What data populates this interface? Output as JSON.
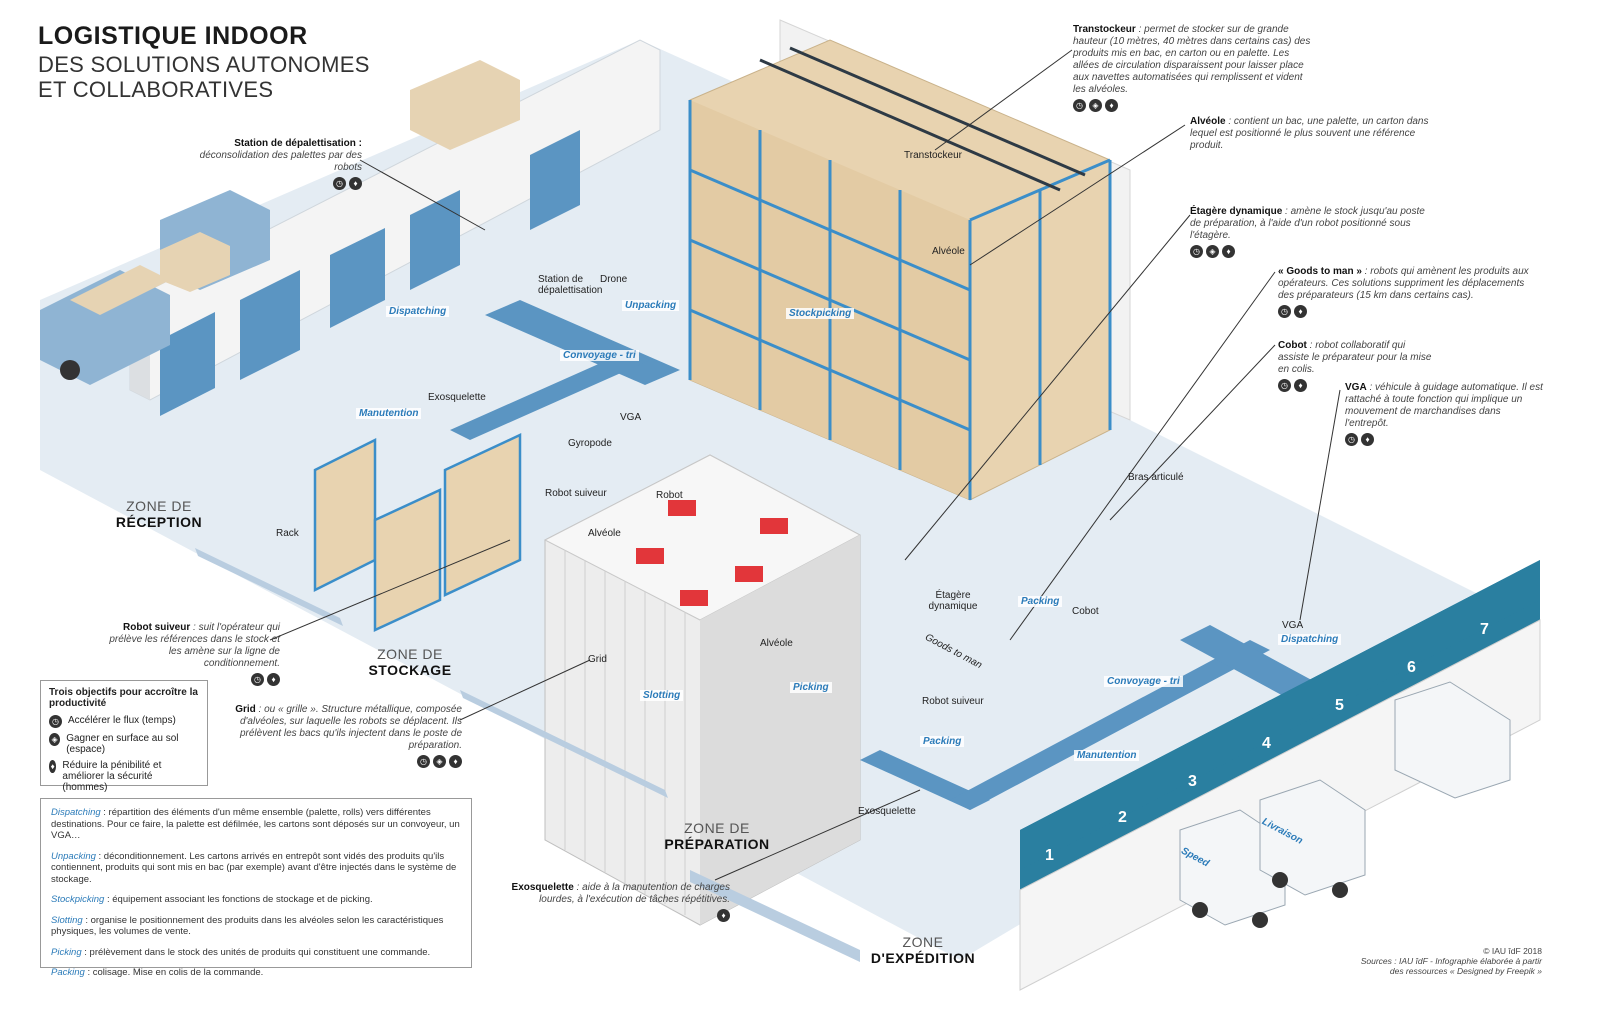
{
  "title": {
    "line1": "LOGISTIQUE INDOOR",
    "line2": "DES SOLUTIONS AUTONOMES",
    "line3": "ET COLLABORATIVES"
  },
  "callouts": {
    "station": {
      "name": "Station de dépalettisation",
      "suffix": " :",
      "desc": "déconsolidation des palettes par des robots"
    },
    "transtockeur": {
      "name": "Transtockeur",
      "desc": " : permet de stocker sur de grande hauteur (10 mètres, 40 mètres dans certains cas) des produits mis en bac, en carton ou en palette. Les allées de circulation disparaissent pour laisser place aux navettes automatisées qui remplissent et vident les alvéoles."
    },
    "alveole": {
      "name": "Alvéole",
      "desc": " : contient un bac, une palette, un carton dans lequel est positionné le plus souvent une référence produit."
    },
    "etagere": {
      "name": "Étagère dynamique",
      "desc": " : amène le stock jusqu'au poste de préparation, à l'aide d'un robot positionné sous l'étagère."
    },
    "goods": {
      "name": "« Goods to man »",
      "desc": " : robots qui amènent les produits aux opérateurs. Ces solutions suppriment les déplacements des préparateurs (15 km dans certains cas)."
    },
    "cobot": {
      "name": "Cobot",
      "desc": " : robot collaboratif qui assiste le préparateur pour la mise en colis."
    },
    "vga": {
      "name": "VGA",
      "desc": " : véhicule à guidage automatique. Il est rattaché à toute fonction qui implique un mouvement de marchandises dans l'entrepôt."
    },
    "robot_suiveur": {
      "name": "Robot suiveur",
      "desc": " : suit l'opérateur qui prélève les références dans le stock et les amène sur la ligne de conditionnement."
    },
    "grid": {
      "name": "Grid",
      "desc": " : ou « grille ». Structure métallique, composée d'alvéoles, sur laquelle les robots se déplacent. Ils prélèvent les bacs qu'ils injectent dans le poste de préparation."
    },
    "exosquelette": {
      "name": "Exosquelette",
      "desc": " : aide à la manutention de charges lourdes, à l'exécution de tâches répétitives."
    }
  },
  "objectives": {
    "heading": "Trois objectifs pour accroître la productivité",
    "items": [
      {
        "icon": "clock-icon",
        "text": "Accélérer le flux (temps)"
      },
      {
        "icon": "cube-icon",
        "text": "Gagner en surface au sol (espace)"
      },
      {
        "icon": "person-icon",
        "text": "Réduire la pénibilité et améliorer la sécurité (hommes)"
      }
    ]
  },
  "glossary": [
    {
      "term": "Dispatching",
      "text": " : répartition des  éléments d'un même ensemble (palette, rolls)  vers différentes destinations. Pour ce faire, la palette est défilmée, les cartons sont déposés sur un convoyeur, un VGA…"
    },
    {
      "term": "Unpacking",
      "text": " : déconditionnement. Les cartons arrivés en entrepôt sont vidés des produits qu'ils contiennent, produits qui sont mis en bac (par exemple) avant d'être injectés dans le système de stockage."
    },
    {
      "term": "Stockpicking",
      "text": " : équipement associant les fonctions de stockage et de picking."
    },
    {
      "term": "Slotting",
      "text": " : organise le positionnement des produits dans les alvéoles selon les caractéristiques physiques, les volumes de vente."
    },
    {
      "term": "Picking",
      "text": " : prélèvement dans le stock des unités de produits qui constituent une commande."
    },
    {
      "term": "Packing",
      "text": " : colisage. Mise en colis de la commande."
    }
  ],
  "zones": {
    "reception": {
      "top": "ZONE DE",
      "bottom": "RÉCEPTION"
    },
    "stockage": {
      "top": "ZONE DE",
      "bottom": "STOCKAGE"
    },
    "preparation": {
      "top": "ZONE DE",
      "bottom": "PRÉPARATION"
    },
    "expedition": {
      "top": "ZONE",
      "bottom": "D'EXPÉDITION"
    }
  },
  "labels": {
    "transtockeur": "Transtockeur",
    "alveole_rack": "Alvéole",
    "station": "Station de dépalettisation",
    "drone": "Drone",
    "exosquelette1": "Exosquelette",
    "vga1": "VGA",
    "gyropode": "Gyropode",
    "robot_suiveur1": "Robot suiveur",
    "rack": "Rack",
    "robot": "Robot",
    "alveole_grid": "Alvéole",
    "alveole_side": "Alvéole",
    "grid": "Grid",
    "bras": "Bras articulé",
    "etagere": "Étagère dynamique",
    "cobot": "Cobot",
    "goods": "Goods to man",
    "robot_suiveur2": "Robot suiveur",
    "vga2": "VGA",
    "exosquelette2": "Exosquelette"
  },
  "process_labels": {
    "dispatching1": "Dispatching",
    "unpacking": "Unpacking",
    "convoyage1": "Convoyage - tri",
    "manutention1": "Manutention",
    "stockpicking": "Stockpicking",
    "slotting": "Slotting",
    "picking": "Picking",
    "packing1": "Packing",
    "packing2": "Packing",
    "convoyage2": "Convoyage - tri",
    "manutention2": "Manutention",
    "dispatching2": "Dispatching"
  },
  "doors": [
    "1",
    "2",
    "3",
    "4",
    "5",
    "6",
    "7"
  ],
  "vans": {
    "speed": "Speed",
    "livraison": "Livraison"
  },
  "credit": {
    "line1": "© IAU îdF 2018",
    "line2": "Sources : IAU îdF - Infographie élaborée à partir",
    "line3": "des ressources « Designed by Freepik »"
  },
  "colors": {
    "floor": "#e4ecf3",
    "rack_blue": "#3b8ec9",
    "box_beige": "#e8d3b0",
    "robot_red": "#e2363a",
    "wall_teal": "#2a7fa0"
  }
}
